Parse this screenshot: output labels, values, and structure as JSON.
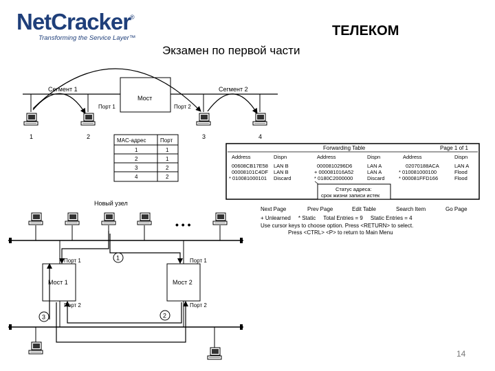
{
  "logo": {
    "name": "NetCracker",
    "reg": "®",
    "tagline": "Transforming the Service Layer™"
  },
  "header": {
    "title": "ТЕЛЕКОМ",
    "subtitle": "Экзамен по первой части"
  },
  "top_diagram": {
    "segment1": "Сегмент 1",
    "segment2": "Сегмент 2",
    "bridge": "Мост",
    "port1": "Порт 1",
    "port2": "Порт 2",
    "hosts": [
      "1",
      "2",
      "3",
      "4"
    ],
    "mac_table": {
      "headers": [
        "MAC-адрес",
        "Порт"
      ],
      "rows": [
        [
          "1",
          "1"
        ],
        [
          "2",
          "1"
        ],
        [
          "3",
          "2"
        ],
        [
          "4",
          "2"
        ]
      ]
    }
  },
  "forwarding_table": {
    "title": "Forwarding Table",
    "page": "Page 1 of 1",
    "headers": [
      "Address",
      "Dispn",
      "Address",
      "Dispn",
      "Address",
      "Dispn"
    ],
    "rows": [
      [
        "00608CB17E58",
        "LAN B",
        "0000810296D6",
        "LAN A",
        "02070188ACA",
        "LAN A"
      ],
      [
        "00008101C4DF",
        "LAN B",
        "+ 000081016A52",
        "LAN A",
        "* 010081000100",
        "Flood"
      ],
      [
        "* 010081000101",
        "Discard",
        "* 0180C2000000",
        "Discard",
        "* 000081FFD166",
        "Flood"
      ]
    ],
    "callout": [
      "Статус адреса:",
      "срок жизни записи истек"
    ],
    "menu": [
      "Next Page",
      "Prev Page",
      "Edit Table",
      "Search Item",
      "Go Page"
    ],
    "legend": "+ Unlearned     * Static     Total Entries = 9     Static Entries = 4",
    "help1": "Use cursor keys to choose option. Press <RETURN> to select.",
    "help2": "Press <CTRL> <P> to return to Main Menu"
  },
  "bottom_diagram": {
    "new_node": "Новый узел",
    "dots": "• • •",
    "bridge1": "Мост 1",
    "bridge2": "Мост 2",
    "port1": "Порт 1",
    "port2": "Порт 2",
    "steps": [
      "1",
      "2",
      "3"
    ]
  },
  "page_number": "14"
}
